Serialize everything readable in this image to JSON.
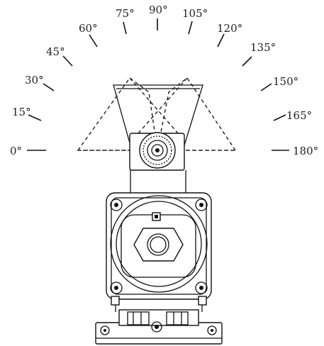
{
  "angle_scale": {
    "labels": [
      "0°",
      "15°",
      "30°",
      "45°",
      "60°",
      "75°",
      "90°",
      "105°",
      "120°",
      "135°",
      "150°",
      "165°",
      "180°"
    ]
  },
  "mechanism": {
    "orientation_shown": [
      "90°",
      "0°",
      "180°"
    ]
  }
}
